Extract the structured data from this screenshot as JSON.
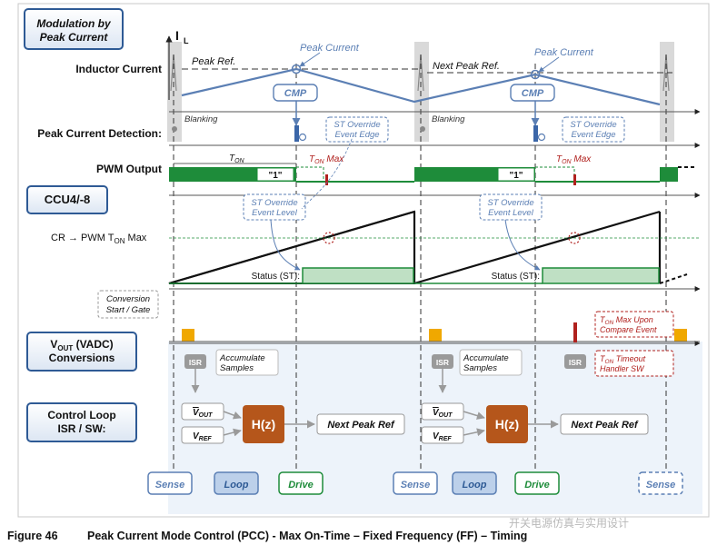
{
  "title_box": {
    "line1": "Modulation by",
    "line2": "Peak Current"
  },
  "y_axis_label": {
    "main": "I",
    "sub": "L"
  },
  "rows": {
    "inductor_current": "Inductor Current",
    "peak_detection": "Peak Current Detection:",
    "pwm_output": "PWM Output",
    "ccu": "CCU4/-8",
    "cr": {
      "prefix": "CR → PWM T",
      "sub": "ON",
      "suffix": " Max"
    },
    "conversion_gate": {
      "line1": "Conversion",
      "line2": "Start / Gate"
    },
    "vout_conv": {
      "prefix": "V",
      "sub": "OUT",
      "suffix": " (VADC)",
      "line2": "Conversions"
    },
    "control_loop": {
      "line1": "Control Loop",
      "line2": "ISR / SW:"
    }
  },
  "annotations": {
    "peak_ref": "Peak Ref.",
    "next_peak_ref": "Next Peak Ref.",
    "peak_current": "Peak Current",
    "cmp": "CMP",
    "blanking": "Blanking",
    "st_override_edge": {
      "line1": "ST Override",
      "line2": "Event Edge"
    },
    "st_override_level": {
      "line1": "ST Override",
      "line2": "Event Level"
    },
    "t_on": {
      "main": "T",
      "sub": "ON"
    },
    "t_on_max": {
      "main": "T",
      "sub": "ON",
      "suffix": " Max"
    },
    "one_marker": "\"1\"",
    "status_st": "Status (ST):",
    "ton_max_upon": {
      "main": "T",
      "sub": "ON",
      "suffix": " Max Upon",
      "line2": "Compare Event"
    },
    "ton_timeout": {
      "main": "T",
      "sub": "ON",
      "suffix": " Timeout",
      "line2": "Handler SW"
    },
    "isr": "ISR",
    "accumulate": {
      "line1": "Accumulate",
      "line2": "Samples"
    },
    "vout_box": {
      "main": "V",
      "sub": "OUT"
    },
    "vref_box": {
      "main": "V",
      "sub": "REF"
    },
    "hz": "H(z)",
    "next_peak_ref_box": "Next Peak Ref"
  },
  "phases": {
    "sense": "Sense",
    "loop": "Loop",
    "drive": "Drive"
  },
  "caption": {
    "figure": "Figure 46",
    "text": "Peak Current Mode Control (PCC) - Max On-Time – Fixed Frequency (FF) – Timing"
  },
  "watermark": "开关电源仿真与实用设计",
  "colors": {
    "blue": "#5b7fb4",
    "green": "#1e8c3a",
    "dark_red": "#b0211e",
    "orange": "#f0a800",
    "brown": "#b5561b",
    "grey": "#a8a8a8",
    "light_panel": "#eaf1f8"
  }
}
